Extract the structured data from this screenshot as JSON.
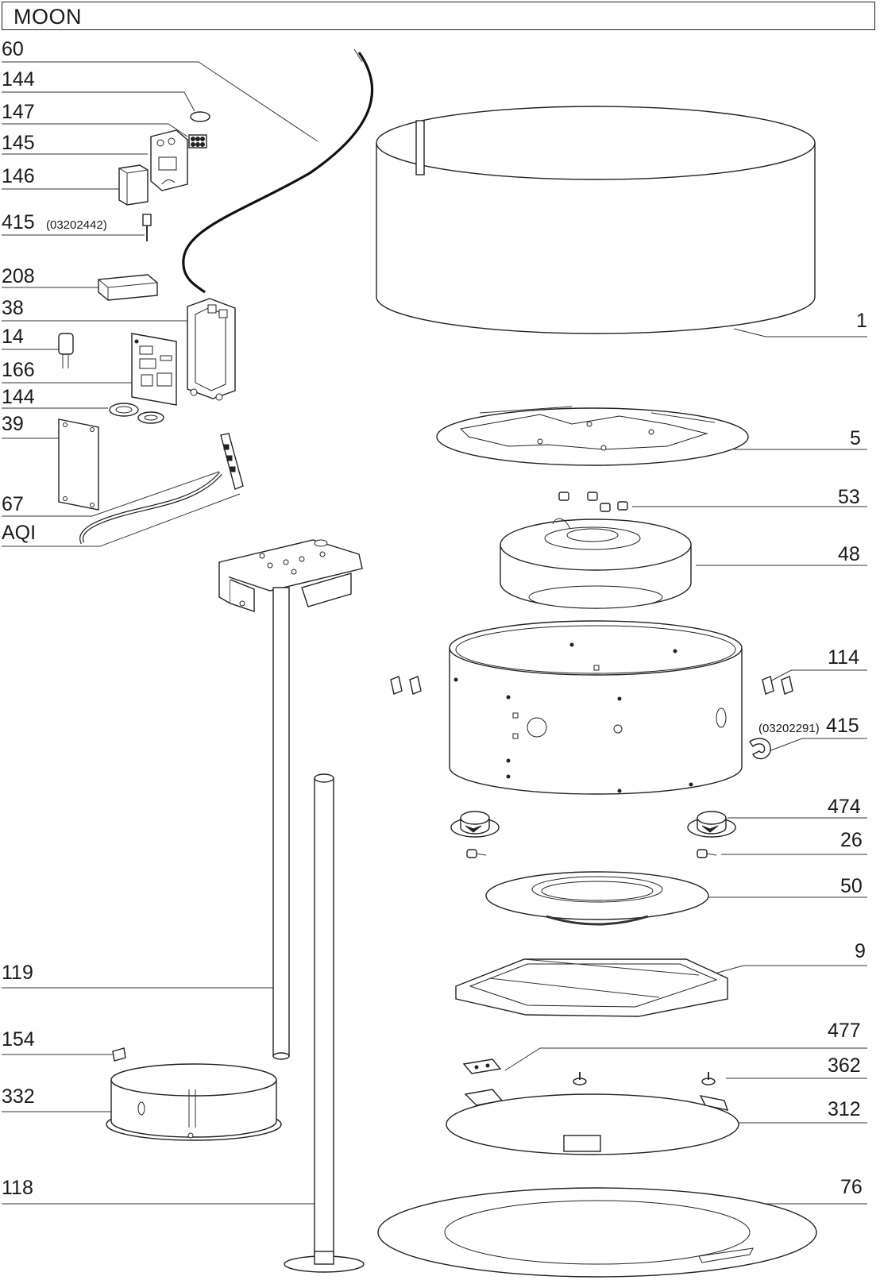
{
  "title": "MOON",
  "labels": {
    "l60": "60",
    "l144a": "144",
    "l147": "147",
    "l145": "145",
    "l146": "146",
    "l415a": "415",
    "l415a_code": "(03202442)",
    "l208": "208",
    "l38": "38",
    "l14": "14",
    "l166": "166",
    "l144b": "144",
    "l39": "39",
    "l67": "67",
    "lAQI": "AQI",
    "l119": "119",
    "l154": "154",
    "l332": "332",
    "l118": "118",
    "r1": "1",
    "r5": "5",
    "r53": "53",
    "r48": "48",
    "r114": "114",
    "r415": "415",
    "r415_code": "(03202291)",
    "r474": "474",
    "r26": "26",
    "r50": "50",
    "r9": "9",
    "r477": "477",
    "r362": "362",
    "r312": "312",
    "r76": "76"
  }
}
